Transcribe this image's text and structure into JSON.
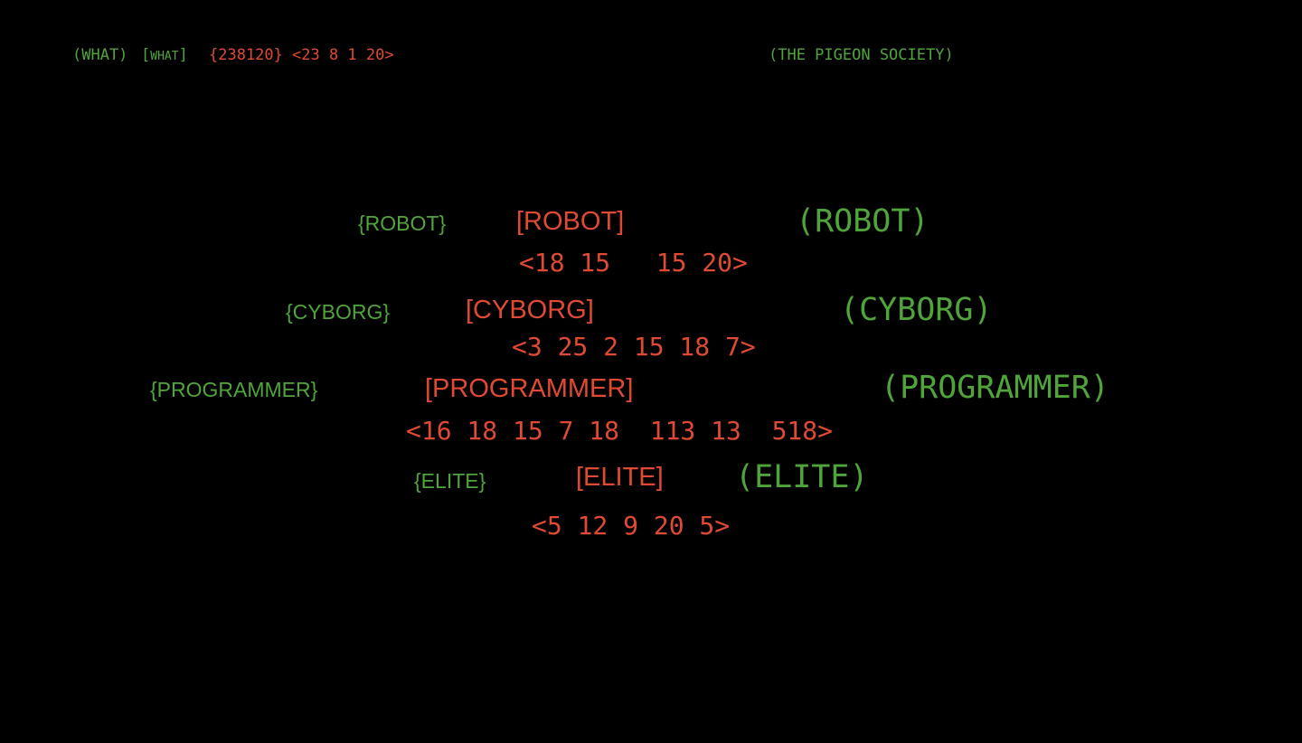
{
  "header": {
    "what_paren": "(WHAT)",
    "what_bracket_open": "[",
    "what_bracket_word": "WHAT",
    "what_bracket_close": "]",
    "what_brace": "{238120}",
    "what_angle": "<23 8 1 20>",
    "society": "(THE PIGEON SOCIETY)"
  },
  "words": {
    "robot": {
      "brace": "{ROBOT}",
      "bracket": "[ROBOT]",
      "paren": "(ROBOT)",
      "angle": "<18 15   15 20>"
    },
    "cyborg": {
      "brace": "{CYBORG}",
      "bracket": "[CYBORG]",
      "paren": "(CYBORG)",
      "angle": "<3 25 2 15 18 7>"
    },
    "programmer": {
      "brace": "{PROGRAMMER}",
      "bracket": "[PROGRAMMER]",
      "paren": "(PROGRAMMER)",
      "angle": "<16 18 15 7 18  113 13  518>"
    },
    "elite": {
      "brace": "{ELITE}",
      "bracket": "[ELITE]",
      "paren": "(ELITE)",
      "angle": "<5 12 9 20 5>"
    }
  },
  "colors": {
    "background": "#000000",
    "green": "#4fa53a",
    "red": "#e04a33"
  }
}
